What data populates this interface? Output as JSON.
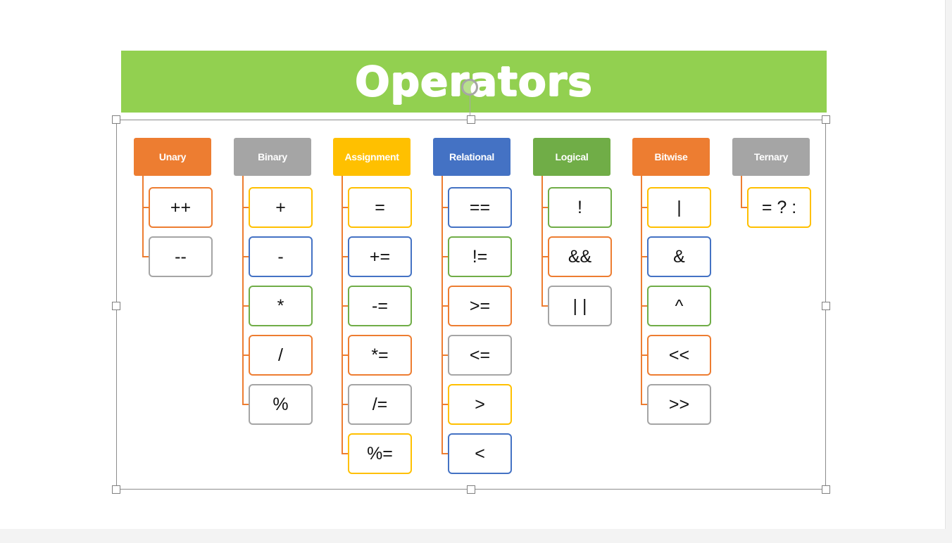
{
  "diagram": {
    "title": "Operators",
    "connector_color": "#ed7d31",
    "banner_color": "#92d050",
    "categories": [
      {
        "label": "Unary",
        "color": "#ed7d31",
        "operators": [
          {
            "symbol": "++",
            "border": "#ed7d31"
          },
          {
            "symbol": "--",
            "border": "#a5a5a5"
          }
        ]
      },
      {
        "label": "Binary",
        "color": "#a5a5a5",
        "operators": [
          {
            "symbol": "+",
            "border": "#ffc000"
          },
          {
            "symbol": "-",
            "border": "#4472c4"
          },
          {
            "symbol": "*",
            "border": "#70ad47"
          },
          {
            "symbol": "/",
            "border": "#ed7d31"
          },
          {
            "symbol": "%",
            "border": "#a5a5a5"
          }
        ]
      },
      {
        "label": "Assignment",
        "color": "#ffc000",
        "operators": [
          {
            "symbol": "=",
            "border": "#ffc000"
          },
          {
            "symbol": "+=",
            "border": "#4472c4"
          },
          {
            "symbol": "-=",
            "border": "#70ad47"
          },
          {
            "symbol": "*=",
            "border": "#ed7d31"
          },
          {
            "symbol": "/=",
            "border": "#a5a5a5"
          },
          {
            "symbol": "%=",
            "border": "#ffc000"
          }
        ]
      },
      {
        "label": "Relational",
        "color": "#4472c4",
        "operators": [
          {
            "symbol": "==",
            "border": "#4472c4"
          },
          {
            "symbol": "!=",
            "border": "#70ad47"
          },
          {
            "symbol": ">=",
            "border": "#ed7d31"
          },
          {
            "symbol": "<=",
            "border": "#a5a5a5"
          },
          {
            "symbol": ">",
            "border": "#ffc000"
          },
          {
            "symbol": "<",
            "border": "#4472c4"
          }
        ]
      },
      {
        "label": "Logical",
        "color": "#70ad47",
        "operators": [
          {
            "symbol": "!",
            "border": "#70ad47"
          },
          {
            "symbol": "&&",
            "border": "#ed7d31"
          },
          {
            "symbol": "| |",
            "border": "#a5a5a5"
          }
        ]
      },
      {
        "label": "Bitwise",
        "color": "#ed7d31",
        "operators": [
          {
            "symbol": "|",
            "border": "#ffc000"
          },
          {
            "symbol": "&",
            "border": "#4472c4"
          },
          {
            "symbol": "^",
            "border": "#70ad47"
          },
          {
            "symbol": "<<",
            "border": "#ed7d31"
          },
          {
            "symbol": ">>",
            "border": "#a5a5a5"
          }
        ]
      },
      {
        "label": "Ternary",
        "color": "#a5a5a5",
        "operators": [
          {
            "symbol": "= ? :",
            "border": "#ffc000"
          }
        ]
      }
    ]
  }
}
